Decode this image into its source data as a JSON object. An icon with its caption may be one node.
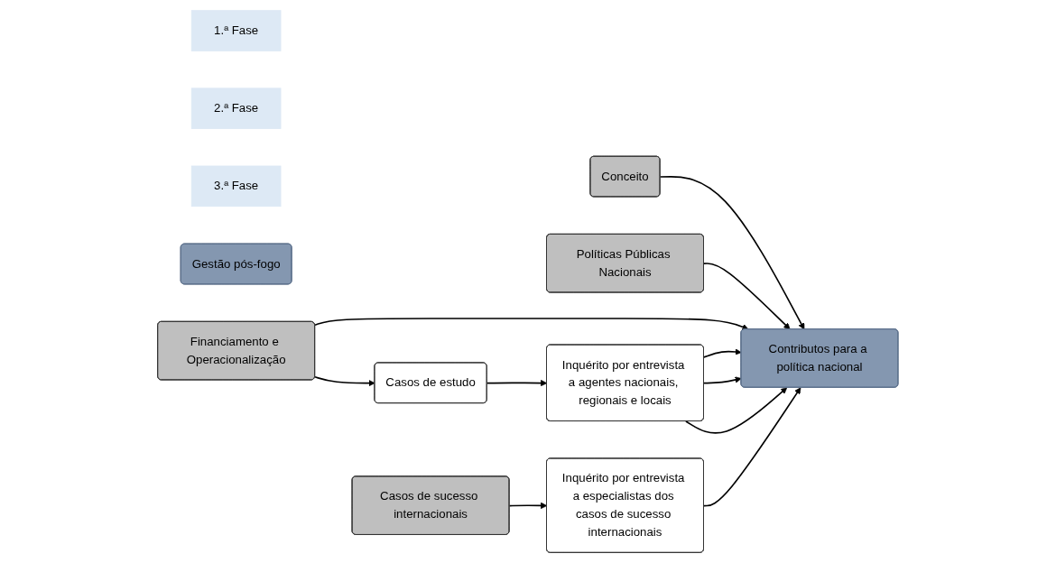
{
  "diagram": {
    "nodes": [
      {
        "text": [
          "1.ª Fase"
        ]
      },
      {
        "text": [
          "2.ª Fase"
        ]
      },
      {
        "text": [
          "3.ª Fase"
        ]
      },
      {
        "text": [
          "Gestão pós-fogo"
        ]
      },
      {
        "text": [
          "Conceito"
        ]
      },
      {
        "text": [
          "Políticas Públicas Nacionais"
        ]
      },
      {
        "text": [
          "Financiamento e Operacionalização"
        ]
      },
      {
        "text": [
          "Casos de estudo"
        ]
      },
      {
        "text": [
          "Inquérito por entrevista a agentes nacionais, regionais e locais"
        ]
      },
      {
        "text": [
          "Casos de sucesso internacionais"
        ]
      },
      {
        "text": [
          "Inquérito por entrevista a especialistas dos casos de sucesso internacionais"
        ]
      },
      {
        "text": [
          "Contributos para a política nacional"
        ]
      }
    ],
    "edges": [
      {
        "from": 4,
        "to": 11,
        "arrow": "to"
      },
      {
        "from": 5,
        "to": 11,
        "arrow": "to"
      },
      {
        "from": 6,
        "to": 11,
        "arrow": "to"
      },
      {
        "from": 6,
        "to": 7,
        "arrow": "to"
      },
      {
        "from": 7,
        "to": 8,
        "arrow": "to"
      },
      {
        "from": 8,
        "to": 11,
        "arrow": "to"
      },
      {
        "from": 8,
        "to": 11,
        "arrow": "to"
      },
      {
        "from": 8,
        "to": 11,
        "arrow": "to"
      },
      {
        "from": 9,
        "to": 10,
        "arrow": "to"
      },
      {
        "from": 10,
        "to": 11,
        "arrow": "to"
      }
    ]
  }
}
